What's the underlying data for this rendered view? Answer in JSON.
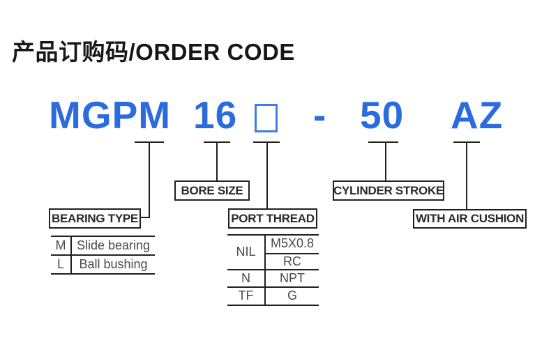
{
  "title": "产品订购码/ORDER CODE",
  "colors": {
    "accent_blue": "#2b6be0",
    "line_black": "#1f1f1f",
    "table_text_gray": "#4a4a4a"
  },
  "order_code": {
    "bearing_type": "MGPM",
    "bore_size": "16",
    "port_thread_placeholder": "□",
    "separator": "-",
    "cylinder_stroke": "50",
    "air_cushion": "AZ"
  },
  "callouts": {
    "bearing_type": "BEARING TYPE",
    "bore_size": "BORE SIZE",
    "port_thread": "PORT THREAD",
    "cylinder_stroke": "CYLINDER STROKE",
    "with_air_cushion": "WITH AIR CUSHION"
  },
  "bearing_type_table": {
    "rows": [
      {
        "code": "M",
        "description": "Slide bearing"
      },
      {
        "code": "L",
        "description": "Ball bushing"
      }
    ]
  },
  "port_thread_table": {
    "rows": [
      {
        "code": "NIL",
        "threads": [
          "M5X0.8",
          "RC"
        ]
      },
      {
        "code": "N",
        "threads": [
          "NPT"
        ]
      },
      {
        "code": "TF",
        "threads": [
          "G"
        ]
      }
    ]
  }
}
